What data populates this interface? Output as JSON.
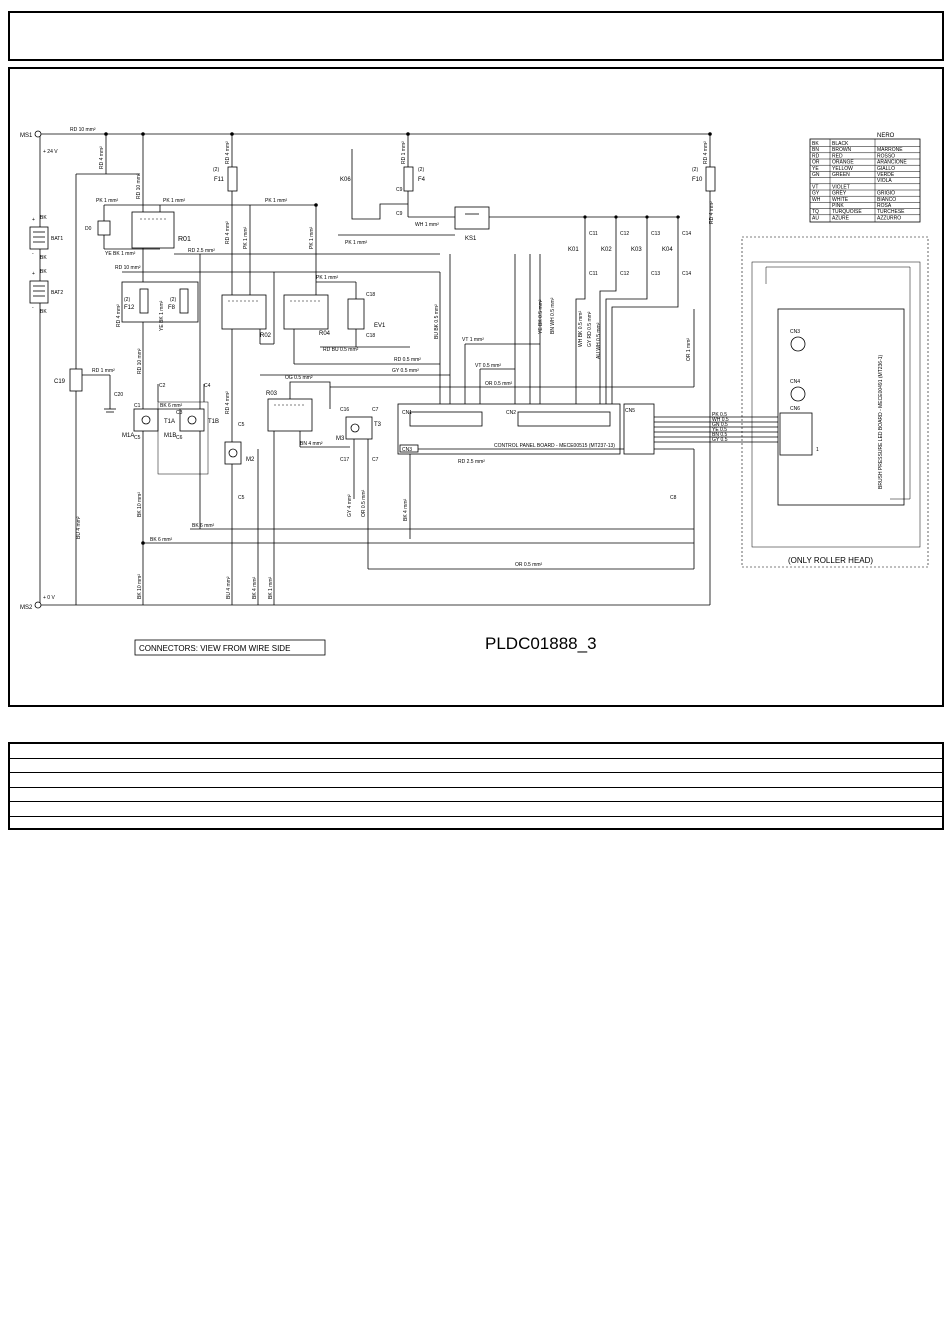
{
  "drawing_code": "PLDC01888_3",
  "connectors_note": "CONNECTORS: VIEW FROM WIRE SIDE",
  "roller_head_note": "(ONLY ROLLER HEAD)",
  "control_board_label": "CONTROL PANEL BOARD - MECE00515 (MT237-13)",
  "brush_board_label": "BRUSH PRESSURE LED BOARD - MECE00491 (MT236-1)",
  "color_legend": {
    "header": "NERO",
    "rows": [
      {
        "code": "BK",
        "en": "BLACK",
        "it": ""
      },
      {
        "code": "BN",
        "en": "BROWN",
        "it": "MARRONE"
      },
      {
        "code": "RD",
        "en": "RED",
        "it": "ROSSO"
      },
      {
        "code": "OR",
        "en": "ORANGE",
        "it": "ARANCIONE"
      },
      {
        "code": "YE",
        "en": "YELLOW",
        "it": "GIALLO"
      },
      {
        "code": "GN",
        "en": "GREEN",
        "it": "VERDE"
      },
      {
        "code": "",
        "en": "",
        "it": "VIOLA"
      },
      {
        "code": "VT",
        "en": "VIOLET",
        "it": ""
      },
      {
        "code": "GY",
        "en": "GREY",
        "it": "GRIGIO"
      },
      {
        "code": "WH",
        "en": "WHITE",
        "it": "BIANCO"
      },
      {
        "code": "",
        "en": "PINK",
        "it": "ROSA"
      },
      {
        "code": "TQ",
        "en": "TURQUOISE",
        "it": "TURCHESE"
      },
      {
        "code": "AU",
        "en": "AZURE",
        "it": "AZZURRO"
      }
    ]
  },
  "labels": {
    "ms1": "MS1",
    "ms2": "MS2",
    "v24": "+ 24 V",
    "v0": "+ 0 V",
    "bat1": "BAT1",
    "bat2": "BAT2",
    "bk": "BK",
    "plus": "+",
    "minus": "-",
    "c19": "C19",
    "c20": "C20",
    "f11": "F11",
    "f4": "F4",
    "f10": "F10",
    "f12": "F12",
    "f8": "F8",
    "two": "(2)",
    "k06": "K06",
    "ks1": "KS1",
    "k01": "K01",
    "k02": "K02",
    "k03": "K03",
    "k04": "K04",
    "r01": "R01",
    "r02": "R02",
    "r03": "R03",
    "r04": "R04",
    "ev1": "EV1",
    "m1a": "M1A",
    "m1b": "M1B",
    "t1a": "T1A",
    "t1b": "T1B",
    "m2": "M2",
    "m3": "M3",
    "t3": "T3",
    "cn1": "CN1",
    "cn2": "CN2",
    "cn3": "CN3",
    "cn4": "CN4",
    "cn5": "CN5",
    "cn6": "CN6",
    "c1": "C1",
    "c2": "C2",
    "c3": "C3",
    "c4": "C4",
    "c5": "C5",
    "c6": "C6",
    "c7": "C7",
    "c8": "C8",
    "c9": "C9",
    "c10": "C10",
    "c11": "C11",
    "c12": "C12",
    "c13": "C13",
    "c14": "C14",
    "c15": "C15",
    "c16": "C16",
    "c17": "C17",
    "c18": "C18",
    "c18b": "C18",
    "d0": "D0",
    "one": "1"
  },
  "wires": {
    "rd10_top": "RD 10 mm²",
    "rd4_a": "RD 4 mm²",
    "rd10_b": "RD 10 mm²",
    "pk1_a": "PK 1 mm²",
    "pk1_b": "PK 1 mm²",
    "pk1_c": "PK 1 mm²",
    "ye_bk": "YE BK 1 mm²",
    "rd25": "RD 2.5 mm²",
    "rd10_c": "RD 10 mm²",
    "rd4_b": "RD 4 mm²",
    "pk1_d": "PK 1 mm²",
    "pk1_e": "PK 1 mm²",
    "pk1_f": "PK 1 mm²",
    "rd4_c": "RD 4 mm²",
    "ye_bk_b": "YE BK 1 mm²",
    "rd1_a": "RD 1 mm²",
    "wh1": "WH 1 mm²",
    "pk1_g": "PK 1 mm²",
    "rd4_d": "RD 4 mm²",
    "rd1_b": "RD 1 mm²",
    "rd_bu": "RD BU 0.5 mm²",
    "bu_bk": "BU BK 0.5 mm²",
    "vt1": "VT 1 mm²",
    "rd05": "RD 0.5 mm²",
    "gy05": "GY 0.5 mm²",
    "vt05": "VT 0.5 mm²",
    "or05_a": "OR 0.5 mm²",
    "og05": "OG 0.5 mm²",
    "bk6_a": "BK 6 mm²",
    "rd10_d": "RD 10 mm²",
    "bn4": "BN 4 mm²",
    "rd4_e": "RD 4 mm²",
    "rd25_b": "RD 2.5 mm²",
    "gy4": "GY 4 mm²",
    "or05_b": "OR 0.5 mm²",
    "bk4": "BK 4 mm²",
    "or1": "OR 1 mm²",
    "ye_bk05": "YE BK 0.5 mm²",
    "bn_wh05": "BN WH 0.5 mm²",
    "wh_bk05": "WH BK 0.5 mm²",
    "gy_rd05": "GY RD 0.5 mm²",
    "au_wh05": "AU WH 0.5 mm²",
    "bu4": "BU 4 mm²",
    "bk10_a": "BK 10 mm²",
    "bk6_b": "BK 6 mm²",
    "bk6_c": "BK 6 mm²",
    "or05_c": "OR 0.5 mm²",
    "bk10_b": "BK 10 mm²",
    "bu4_b": "BU 4 mm²",
    "bk4_b": "BK 4 mm²",
    "bk1": "BK 1 mm²",
    "pk05": "PK 0.5",
    "wh05": "WH 0.5",
    "gn05": "GN 0.5",
    "ye05": "YE 0.5",
    "bn05": "BN 0.5",
    "gy05b": "GY 0.5"
  }
}
